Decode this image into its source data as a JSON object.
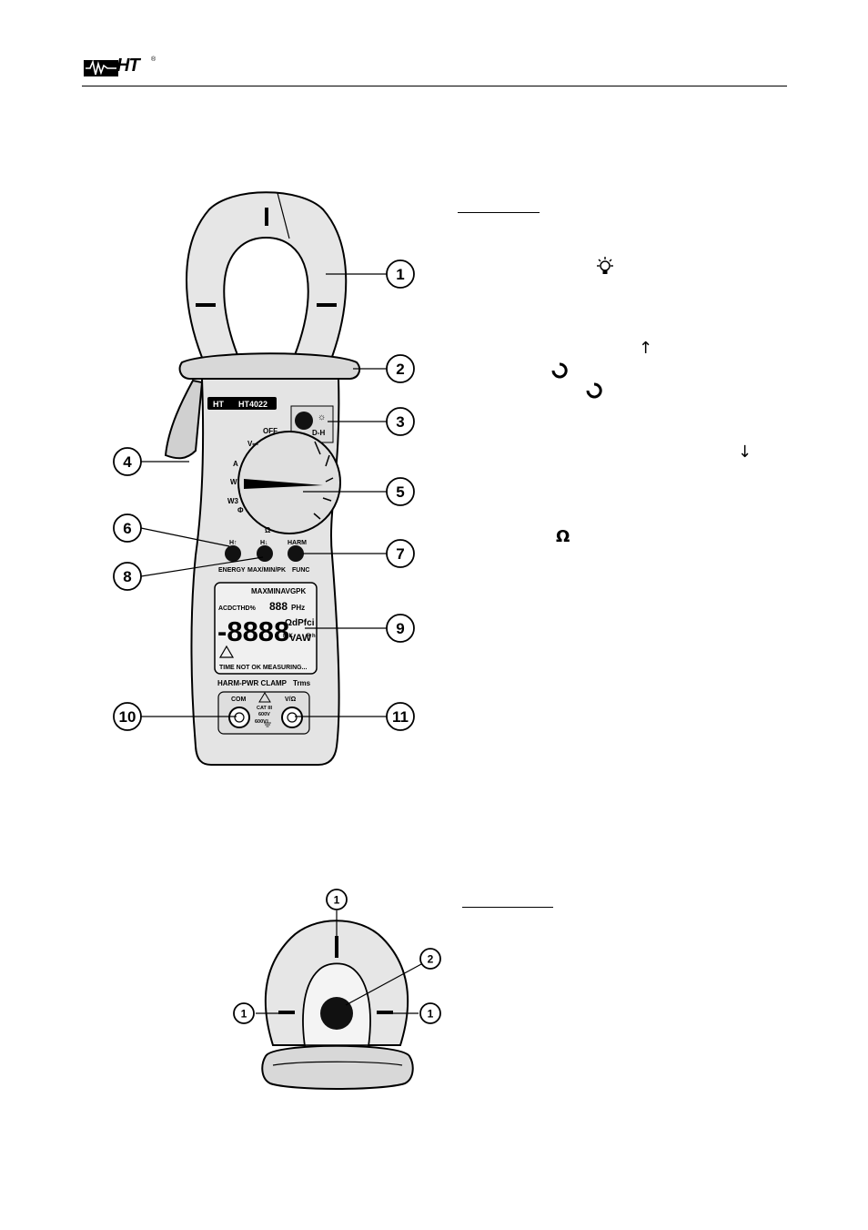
{
  "header": {
    "logo_text": "HT",
    "logo_reg": "®"
  },
  "meter": {
    "brand": "HT",
    "model": "HT4022",
    "dial": {
      "off": "OFF",
      "v": "V⎓",
      "a": "A",
      "w": "W",
      "w3": "W3",
      "phi": "Φ",
      "ohm": "Ω"
    },
    "dh_label": "D-H",
    "buttons": {
      "h_up": "H↑",
      "energy": "ENERGY",
      "h_down": "H↓",
      "maxminpk": "MAX/MIN/PK",
      "harm": "HARM",
      "func": "FUNC"
    },
    "lcd": {
      "row1": "MAXMINAVGPK",
      "row2_left": "ACDCTHD%",
      "row2_digits": "888",
      "row2_right": "PHz",
      "main_digits": "-8888",
      "units_top": "ΩdPfci",
      "units_mk": "M K",
      "units_bottom": "VAW",
      "units_rh": "R h",
      "status": "TIME NOT OK MEASURING..."
    },
    "brand_line": "HARM-PWR CLAMP",
    "trms": "Trms",
    "com": "COM",
    "vohm": "V/Ω",
    "cat": "CAT III",
    "v600": "600V",
    "v600b": "600V"
  },
  "callouts_top": [
    "1",
    "2",
    "3",
    "4",
    "5",
    "6",
    "7",
    "8",
    "9",
    "10",
    "11"
  ],
  "callouts_bottom": [
    "1",
    "2",
    "1",
    "1"
  ],
  "symbols": {
    "up_arrow": "↑",
    "down_arrow": "↓",
    "omega": "Ω"
  }
}
